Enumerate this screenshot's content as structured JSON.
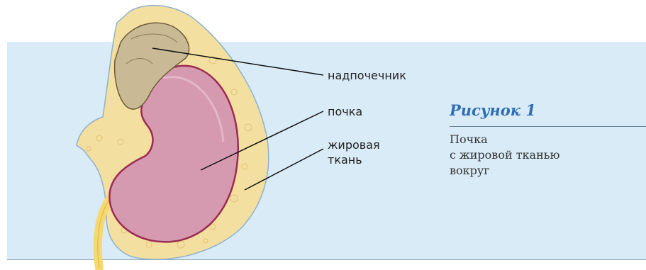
{
  "labels": {
    "adrenal": "надпочечник",
    "kidney": "почка",
    "fat_line1": "жировая",
    "fat_line2": "ткань"
  },
  "caption": {
    "title": "Рисунок 1",
    "lines": [
      "Почка",
      "с жировой тканью",
      "вокруг"
    ]
  },
  "colors": {
    "panel": "#d9ebf7",
    "accent": "#2f6db3",
    "kidney": "#d69ab0",
    "fat": "#f3dfa0",
    "adrenal": "#c9b995"
  }
}
